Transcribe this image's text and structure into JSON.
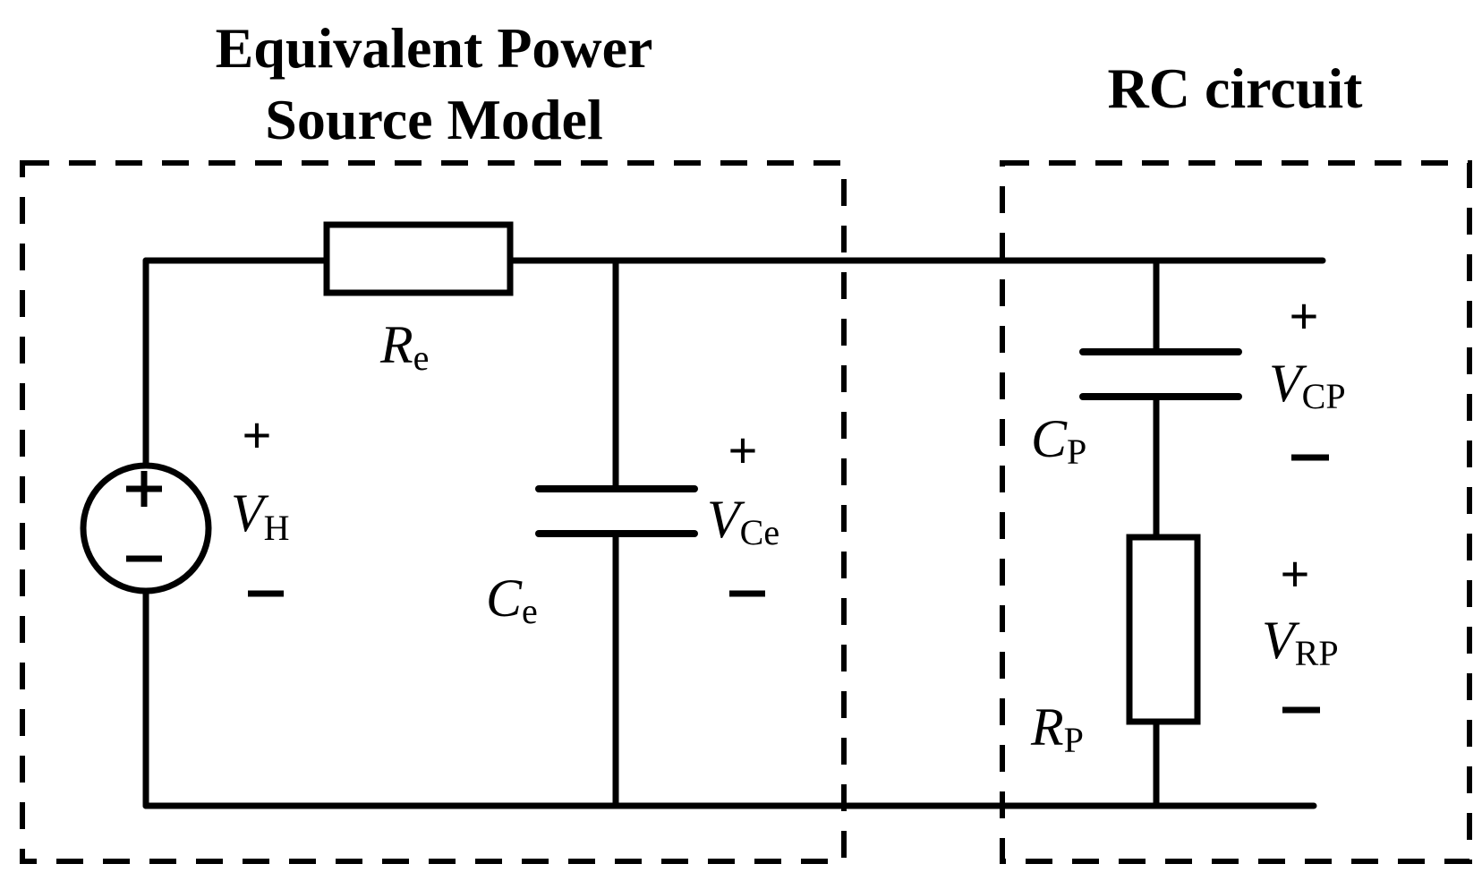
{
  "titles": {
    "left_line1": "Equivalent Power",
    "left_line2": "Source Model",
    "right": "RC circuit"
  },
  "components": {
    "Re": {
      "symbol": "R",
      "sub": "e"
    },
    "Ce": {
      "symbol": "C",
      "sub": "e"
    },
    "VH": {
      "symbol": "V",
      "sub": "H"
    },
    "VCe": {
      "symbol": "V",
      "sub": "Ce"
    },
    "CP": {
      "symbol": "C",
      "sub": "P"
    },
    "VCP": {
      "symbol": "V",
      "sub": "CP"
    },
    "RP": {
      "symbol": "R",
      "sub": "P"
    },
    "VRP": {
      "symbol": "V",
      "sub": "RP"
    }
  },
  "signs": {
    "plus": "+"
  }
}
